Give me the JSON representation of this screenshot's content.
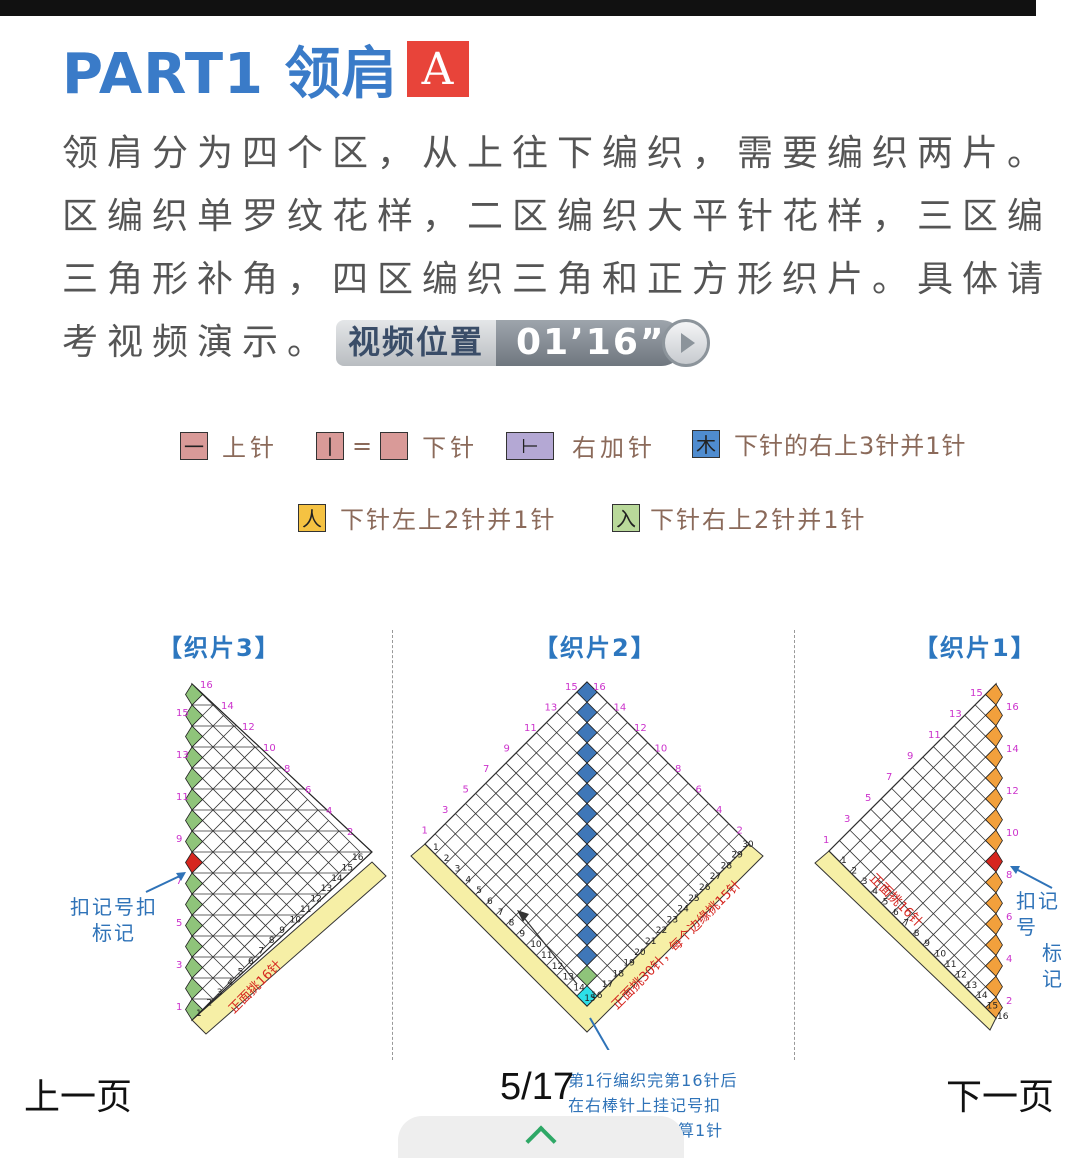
{
  "title": {
    "text": "PART1 领肩",
    "badge": "A"
  },
  "description": {
    "lines": [
      "领肩分为四个区，从上往下编织，需要编织两片。",
      "区编织单罗纹花样，二区编织大平针花样，三区编",
      "三角形补角，四区编织三角和正方形织片。具体请",
      "考视频演示。"
    ]
  },
  "video_badge": {
    "label": "视频位置",
    "time": "01’16”"
  },
  "legend": [
    {
      "symbol": "一",
      "label": "上针",
      "color": "#d99a98"
    },
    {
      "symbol": "丨",
      "eq": "=",
      "label": "下针",
      "color": "#d99a98"
    },
    {
      "symbol": "⊢",
      "label": "右加针",
      "color": "#b4a8d4"
    },
    {
      "symbol": "木",
      "label": "下针的右上3针并1针",
      "color": "#4f8ccf"
    },
    {
      "symbol": "人",
      "label": "下针左上2针并1针",
      "color": "#f5c242"
    },
    {
      "symbol": "入",
      "label": "下针右上2针并1针",
      "color": "#b9d99a"
    }
  ],
  "panels": [
    {
      "title": "【织片3】",
      "base_label": "正面挑16针",
      "color": "#8fc47a"
    },
    {
      "title": "【织片2】",
      "base_label": "正面挑30针，每个边缘挑15针",
      "color": "#3f77b8"
    },
    {
      "title": "【织片1】",
      "base_label": "正面挑16针",
      "color": "#f2a03c"
    }
  ],
  "marker_annotation": {
    "line1": "扣记号扣",
    "line2": "标记"
  },
  "marker_annotation_right": {
    "line1": "扣记号",
    "line2": "标记"
  },
  "note": {
    "line1": "第1行编织完第16针后",
    "line2": "在右棒针上挂记号扣",
    "line3": "算1针"
  },
  "nav": {
    "prev": "上一页",
    "page": "5/17",
    "next": "下一页"
  },
  "colors": {
    "accent": "#3a7bc8",
    "badge": "#e8443a",
    "annotation": "#2f73b8",
    "row_numbers": "#cc33cc"
  }
}
